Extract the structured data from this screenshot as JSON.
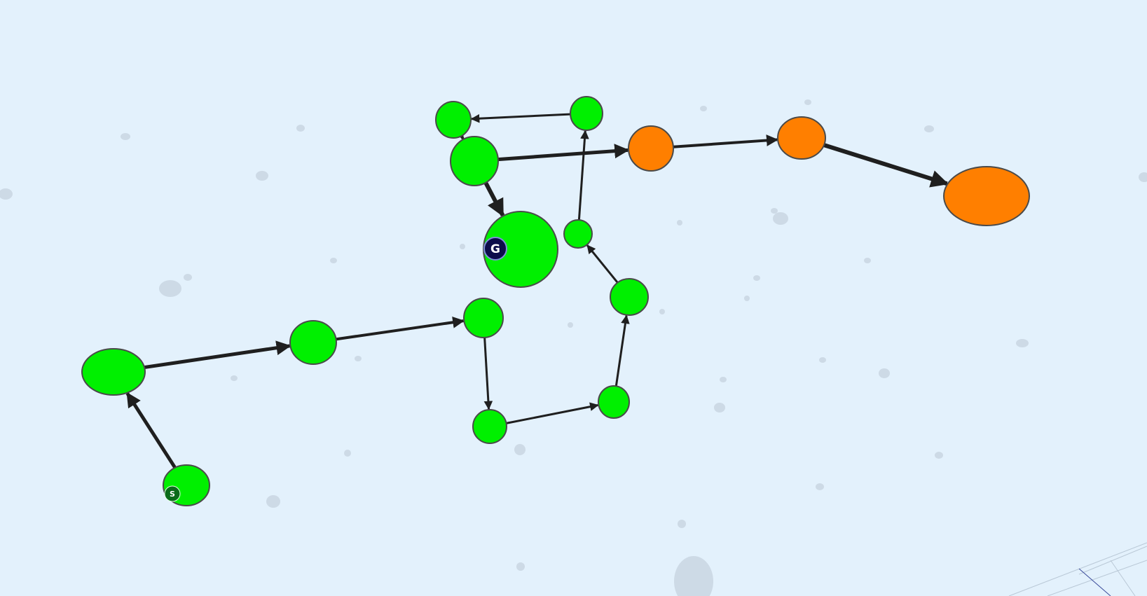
{
  "game": {
    "start_label": "S",
    "goal_label": "G"
  },
  "colors": {
    "background": "#e3f1fc",
    "visited_node": "#00f000",
    "pending_node": "#ff7f00",
    "node_outline": "#4a4a4a",
    "edge": "#1f1f1f",
    "start_badge": "#0b6b1a",
    "goal_badge": "#0c0c4a",
    "dust": "#c9d6e2"
  },
  "nodes": [
    {
      "id": "start",
      "state": "visited",
      "role": "start"
    },
    {
      "id": "n1",
      "state": "visited"
    },
    {
      "id": "n2",
      "state": "visited"
    },
    {
      "id": "n3",
      "state": "visited"
    },
    {
      "id": "n4",
      "state": "visited"
    },
    {
      "id": "n5",
      "state": "visited"
    },
    {
      "id": "n6",
      "state": "visited"
    },
    {
      "id": "n7",
      "state": "visited"
    },
    {
      "id": "n8",
      "state": "visited"
    },
    {
      "id": "n9",
      "state": "visited"
    },
    {
      "id": "n10",
      "state": "visited"
    },
    {
      "id": "goal",
      "state": "visited",
      "role": "goal"
    },
    {
      "id": "o1",
      "state": "pending"
    },
    {
      "id": "o2",
      "state": "pending"
    },
    {
      "id": "o3",
      "state": "pending"
    }
  ],
  "edges": [
    {
      "from": "start",
      "to": "n1"
    },
    {
      "from": "n1",
      "to": "n2"
    },
    {
      "from": "n2",
      "to": "n3"
    },
    {
      "from": "n3",
      "to": "n4"
    },
    {
      "from": "n4",
      "to": "n5"
    },
    {
      "from": "n5",
      "to": "n6"
    },
    {
      "from": "n6",
      "to": "n7"
    },
    {
      "from": "n7",
      "to": "n8"
    },
    {
      "from": "n8",
      "to": "n9"
    },
    {
      "from": "n9",
      "to": "n10"
    },
    {
      "from": "n10",
      "to": "goal"
    },
    {
      "from": "n10",
      "to": "o1"
    },
    {
      "from": "o1",
      "to": "o2"
    },
    {
      "from": "o2",
      "to": "o3"
    }
  ]
}
